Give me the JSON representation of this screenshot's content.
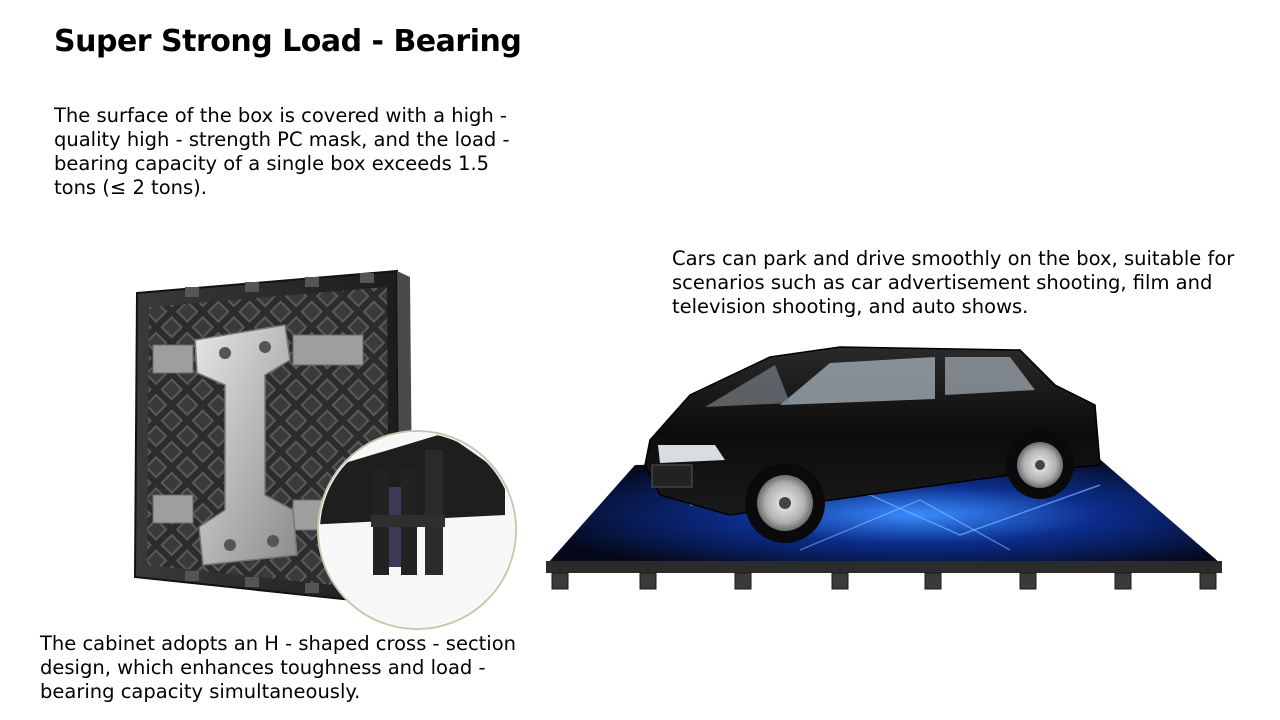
{
  "slide": {
    "title": "Super Strong Load - Bearing",
    "paragraph_top": "The surface of the box is covered with a high - quality high - strength PC mask, and the load - bearing capacity of a single box exceeds 1.5 tons (≤ 2 tons).",
    "paragraph_right": "Cars can park and drive smoothly on the box, suitable for scenarios such as car advertisement shooting, film and television shooting, and auto shows.",
    "paragraph_bottom": "The cabinet adopts an H - shaped cross - section design, which enhances toughness and load - bearing capacity simultaneously."
  },
  "images": {
    "cabinet": {
      "icon": "led-cabinet-back-image",
      "detail_icon": "h-section-magnifier-image"
    },
    "car_demo": {
      "icon": "car-on-led-floor-image"
    }
  }
}
